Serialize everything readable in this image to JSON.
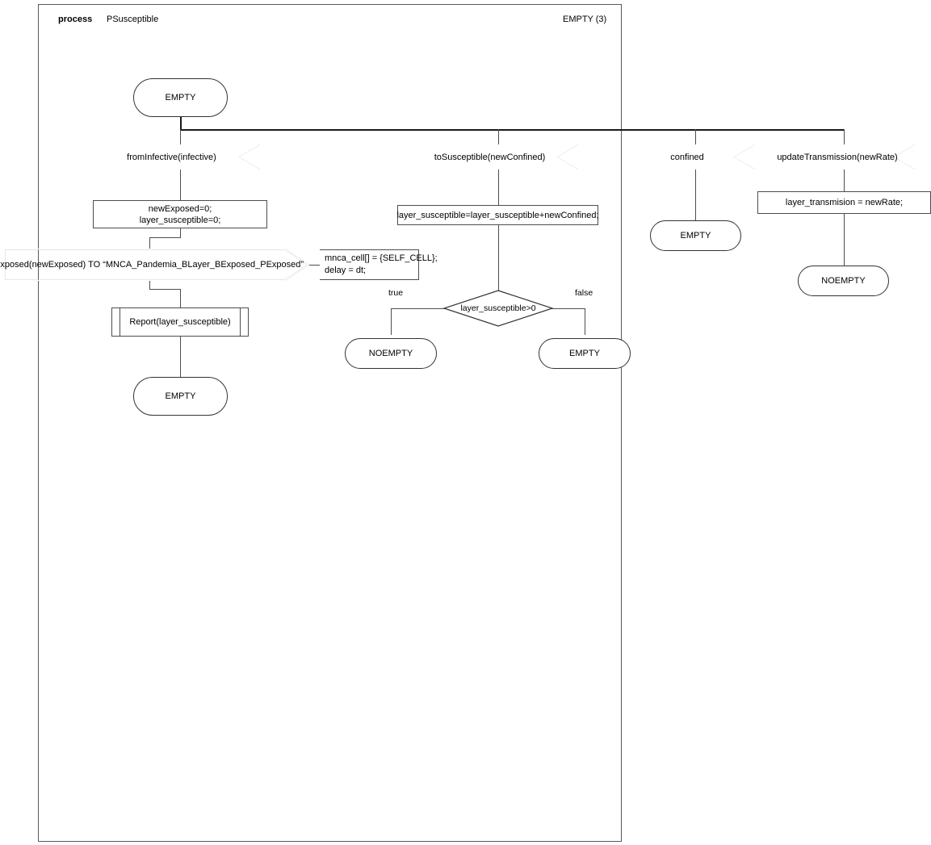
{
  "header": {
    "keyword": "process",
    "name": "PSusceptible",
    "start_state": "EMPTY (3)"
  },
  "states": {
    "start": "EMPTY",
    "left_end": "EMPTY",
    "decision_true": "NOEMPTY",
    "decision_false": "EMPTY",
    "confined_end": "EMPTY",
    "transmission_end": "NOEMPTY"
  },
  "branches": {
    "infective": {
      "input": "fromInfective(infective)",
      "task": "newExposed=0;\nlayer_susceptible=0;",
      "output": "toExposed(newExposed) TO “MNCA_Pandemia_BLayer_BExposed_PExposed”",
      "comment": "mnca_cell[] = {SELF_CELL};\ndelay = dt;",
      "procedure": "Report(layer_susceptible)"
    },
    "susceptible": {
      "input": "toSusceptible(newConfined)",
      "task": "layer_susceptible=layer_susceptible+newConfined;",
      "decision": "layer_susceptible>0",
      "true_label": "true",
      "false_label": "false"
    },
    "confined": {
      "input": "confined"
    },
    "transmission": {
      "input": "updateTransmission(newRate)",
      "task": "layer_transmision = newRate;"
    }
  },
  "colors": {
    "frame_border": "#595959",
    "shape_border": "#4d4d4d",
    "state_border": "#333333",
    "connector": "#4d4d4d",
    "bus": "#1a1a1a",
    "text": "#000000",
    "background": "#ffffff"
  }
}
